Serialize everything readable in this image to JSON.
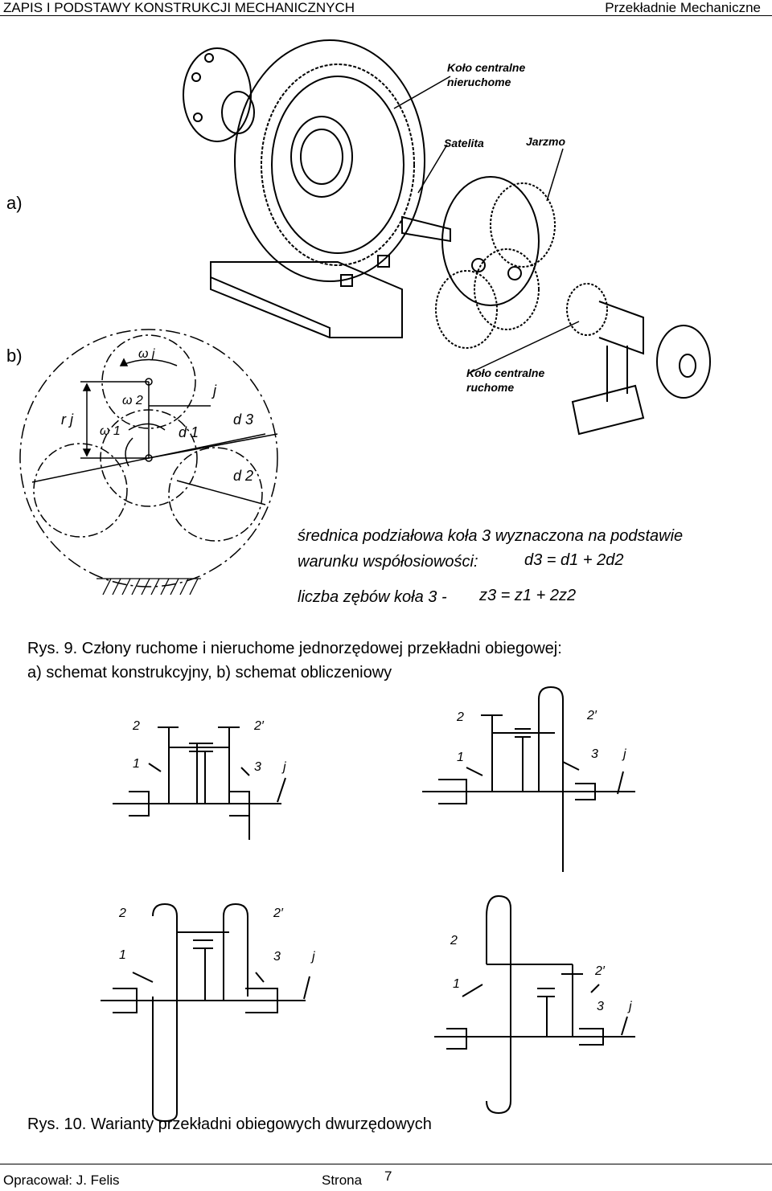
{
  "header": {
    "left": "ZAPIS I PODSTAWY KONSTRUKCJI MECHANICZNYCH",
    "right": "Przekładnie Mechaniczne"
  },
  "figure_a": {
    "label": "a)",
    "callouts": {
      "ring_fixed_line1": "Koło centralne",
      "ring_fixed_line2": "nieruchome",
      "satellite": "Satelita",
      "carrier": "Jarzmo",
      "sun_moving_line1": "Koło centralne",
      "sun_moving_line2": "ruchome"
    }
  },
  "figure_b": {
    "label": "b)",
    "symbols": {
      "omega_j": "ω j",
      "omega_2": "ω 2",
      "omega_1": "ω 1",
      "j": "j",
      "r_j": "r j",
      "d_1": "d 1",
      "d_3": "d 3",
      "d_2": "d 2"
    }
  },
  "equations": {
    "line1": "średnica podziałowa koła 3 wyznaczona na podstawie",
    "line2": "warunku współosiowości:",
    "eq1": "d3 = d1 + 2d2",
    "line3": "liczba zębów koła 3 -",
    "eq2": "z3 = z1 + 2z2"
  },
  "caption9": {
    "line1": "Rys. 9. Człony ruchome i nieruchome jednorzędowej przekładni obiegowej:",
    "line2": "a) schemat konstrukcyjny,  b) schemat obliczeniowy"
  },
  "schematics": {
    "labels": [
      "1",
      "2",
      "2′",
      "3",
      "j"
    ]
  },
  "caption10": "Rys. 10. Warianty przekładni obiegowych dwurzędowych",
  "footer": {
    "author": "Opracował: J. Felis",
    "page_label": "Strona",
    "page_number": "7"
  }
}
